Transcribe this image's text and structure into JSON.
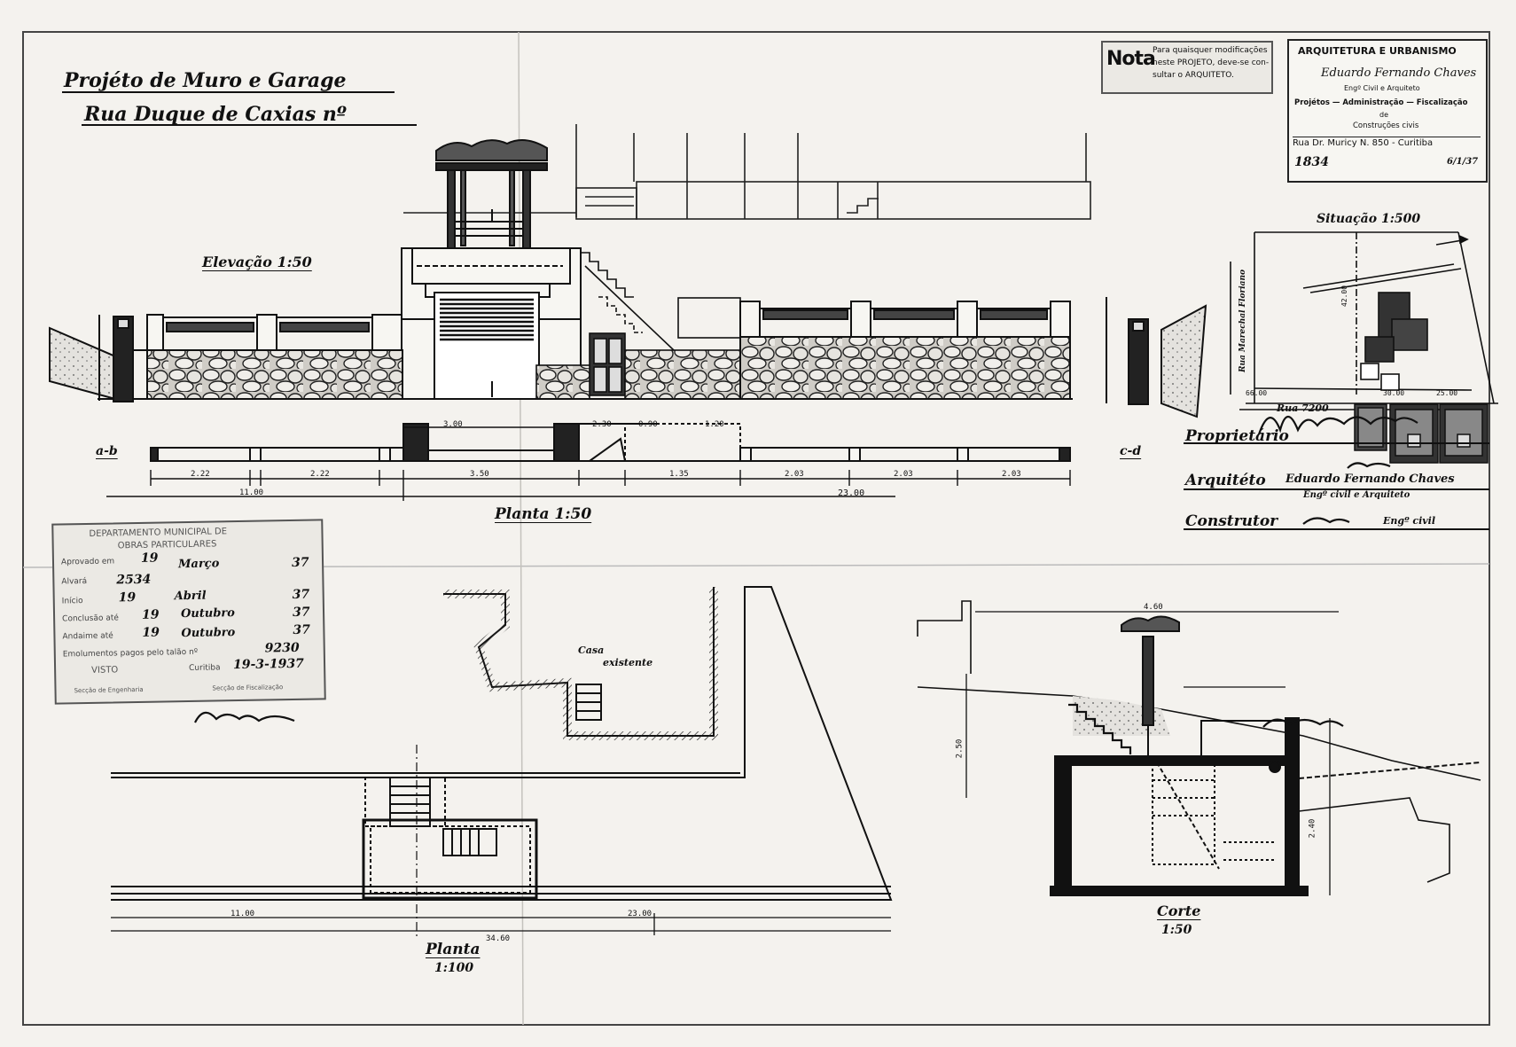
{
  "title": {
    "line1": "Projéto de Muro e Garage",
    "line2": "Rua Duque de Caxias nº"
  },
  "views": {
    "elevation": "Elevação 1:50",
    "plan_50": "Planta 1:50",
    "plan_100_a": "Planta",
    "plan_100_b": "1:100",
    "section_a": "Corte",
    "section_b": "1:50",
    "situation": "Situação 1:500",
    "section_ab": "a-b",
    "section_cd": "c-d",
    "street_name": "Rua 7200",
    "side_street": "Rua Marechal Floriano",
    "existing_house_a": "Casa",
    "existing_house_b": "existente"
  },
  "note": {
    "tag": "Nota",
    "line1": "Para quaisquer modificações",
    "line2": "neste PROJETO, deve-se con-",
    "line3": "sultar o ARQUITETO."
  },
  "office": {
    "header": "ARQUITETURA E URBANISMO",
    "name": "Eduardo Fernando Chaves",
    "role": "Engº Civil e Arquiteto",
    "services1": "Projétos — Administração — Fiscalização",
    "services2": "de",
    "services3": "Construções civis",
    "address": "Rua Dr. Muricy N. 850 - Curitiba",
    "number": "1834",
    "date": "6/1/37"
  },
  "signatures": {
    "owner_label": "Proprietário",
    "architect_label": "Arquitéto",
    "architect_sig": "Eduardo Fernando Chaves",
    "architect_role": "Engº civil e Arquiteto",
    "builder_label": "Construtor",
    "builder_sig": "Engº civil"
  },
  "approval": {
    "header1": "DEPARTAMENTO MUNICIPAL DE",
    "header2": "OBRAS PARTICULARES",
    "row1_label": "Aprovado em",
    "row1_day": "19",
    "row1_month": "Março",
    "row1_year": "37",
    "row2_label": "Alvará",
    "row2_value": "2534",
    "row3_label": "Início",
    "row3_day": "19",
    "row3_month": "Abril",
    "row3_year": "37",
    "row4_label": "Conclusão até",
    "row4_day": "19",
    "row4_month": "Outubro",
    "row4_year": "37",
    "row5_label": "Andaime até",
    "row5_day": "19",
    "row5_month": "Outubro",
    "row5_year": "37",
    "row6_label": "Emolumentos pagos pelo talão nº",
    "row6_value": "9230",
    "visto_label": "VISTO",
    "date_label": "Curitiba",
    "date_value": "19-3-1937",
    "sign1": "Secção de Engenharia",
    "sign2": "Secção de Fiscalização"
  },
  "dimensions": {
    "d_300": "3.00",
    "d_230": "2.30",
    "d_090": "0.90",
    "d_120": "1.20",
    "d_222a": "2.22",
    "d_222b": "2.22",
    "d_350": "3.50",
    "d_135": "1.35",
    "d_203a": "2.03",
    "d_203b": "2.03",
    "d_203c": "2.03",
    "d_1100": "11.00",
    "d_2300": "23.00",
    "d_3460": "34.60",
    "d_2300b": "23.00",
    "d_1100b": "11.00",
    "d_460": "4.60",
    "d_250": "2.50",
    "d_240": "2.40",
    "sit_6600": "66.00",
    "sit_3000": "30.00",
    "sit_2500": "25.00",
    "sit_4200": "42.00"
  },
  "colors": {
    "ink": "#111111",
    "paper": "#f4f2ee",
    "stamp": "#ebe9e4"
  }
}
